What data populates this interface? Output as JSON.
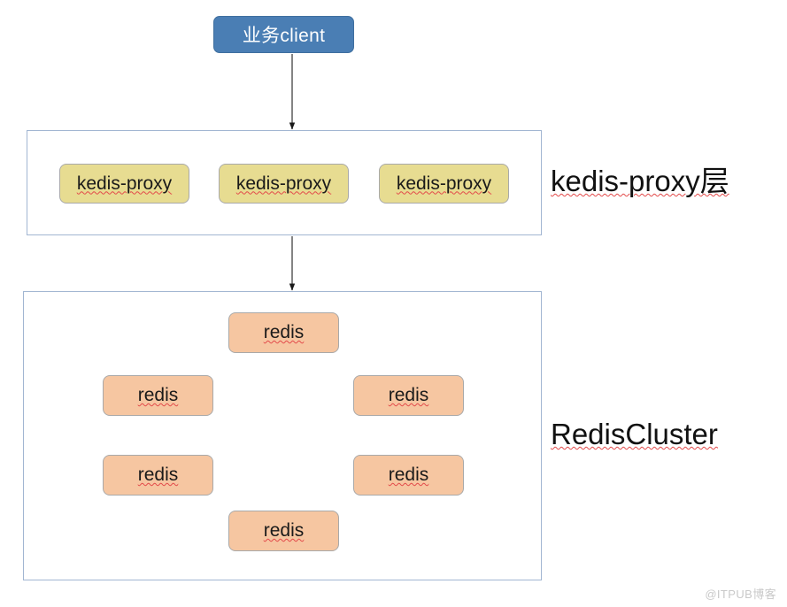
{
  "diagram": {
    "title": "Kedis proxy and RedisCluster architecture",
    "background": "#ffffff",
    "colors": {
      "client_fill": "#4a7eb4",
      "client_text": "#ffffff",
      "proxy_fill": "#e7dc91",
      "redis_fill": "#f6c6a1",
      "node_border": "#a9a9a9",
      "container_border": "#a2b6d2",
      "connector": "#555555",
      "spellcheck_squiggle": "#e34a4a",
      "watermark": "#c9c9c9"
    }
  },
  "client": {
    "label": "业务client"
  },
  "proxy_layer": {
    "caption": "kedis-proxy层",
    "nodes": [
      {
        "label": "kedis-proxy"
      },
      {
        "label": "kedis-proxy"
      },
      {
        "label": "kedis-proxy"
      }
    ]
  },
  "cluster_layer": {
    "caption": "RedisCluster",
    "nodes": [
      {
        "id": "top",
        "label": "redis"
      },
      {
        "id": "left-up",
        "label": "redis"
      },
      {
        "id": "right-up",
        "label": "redis"
      },
      {
        "id": "left-dn",
        "label": "redis"
      },
      {
        "id": "right-dn",
        "label": "redis"
      },
      {
        "id": "bottom",
        "label": "redis"
      }
    ]
  },
  "flow_arrows": [
    {
      "from": "client",
      "to": "proxy_layer"
    },
    {
      "from": "proxy_layer",
      "to": "cluster_layer"
    }
  ],
  "watermark": {
    "text": "@ITPUB博客"
  }
}
